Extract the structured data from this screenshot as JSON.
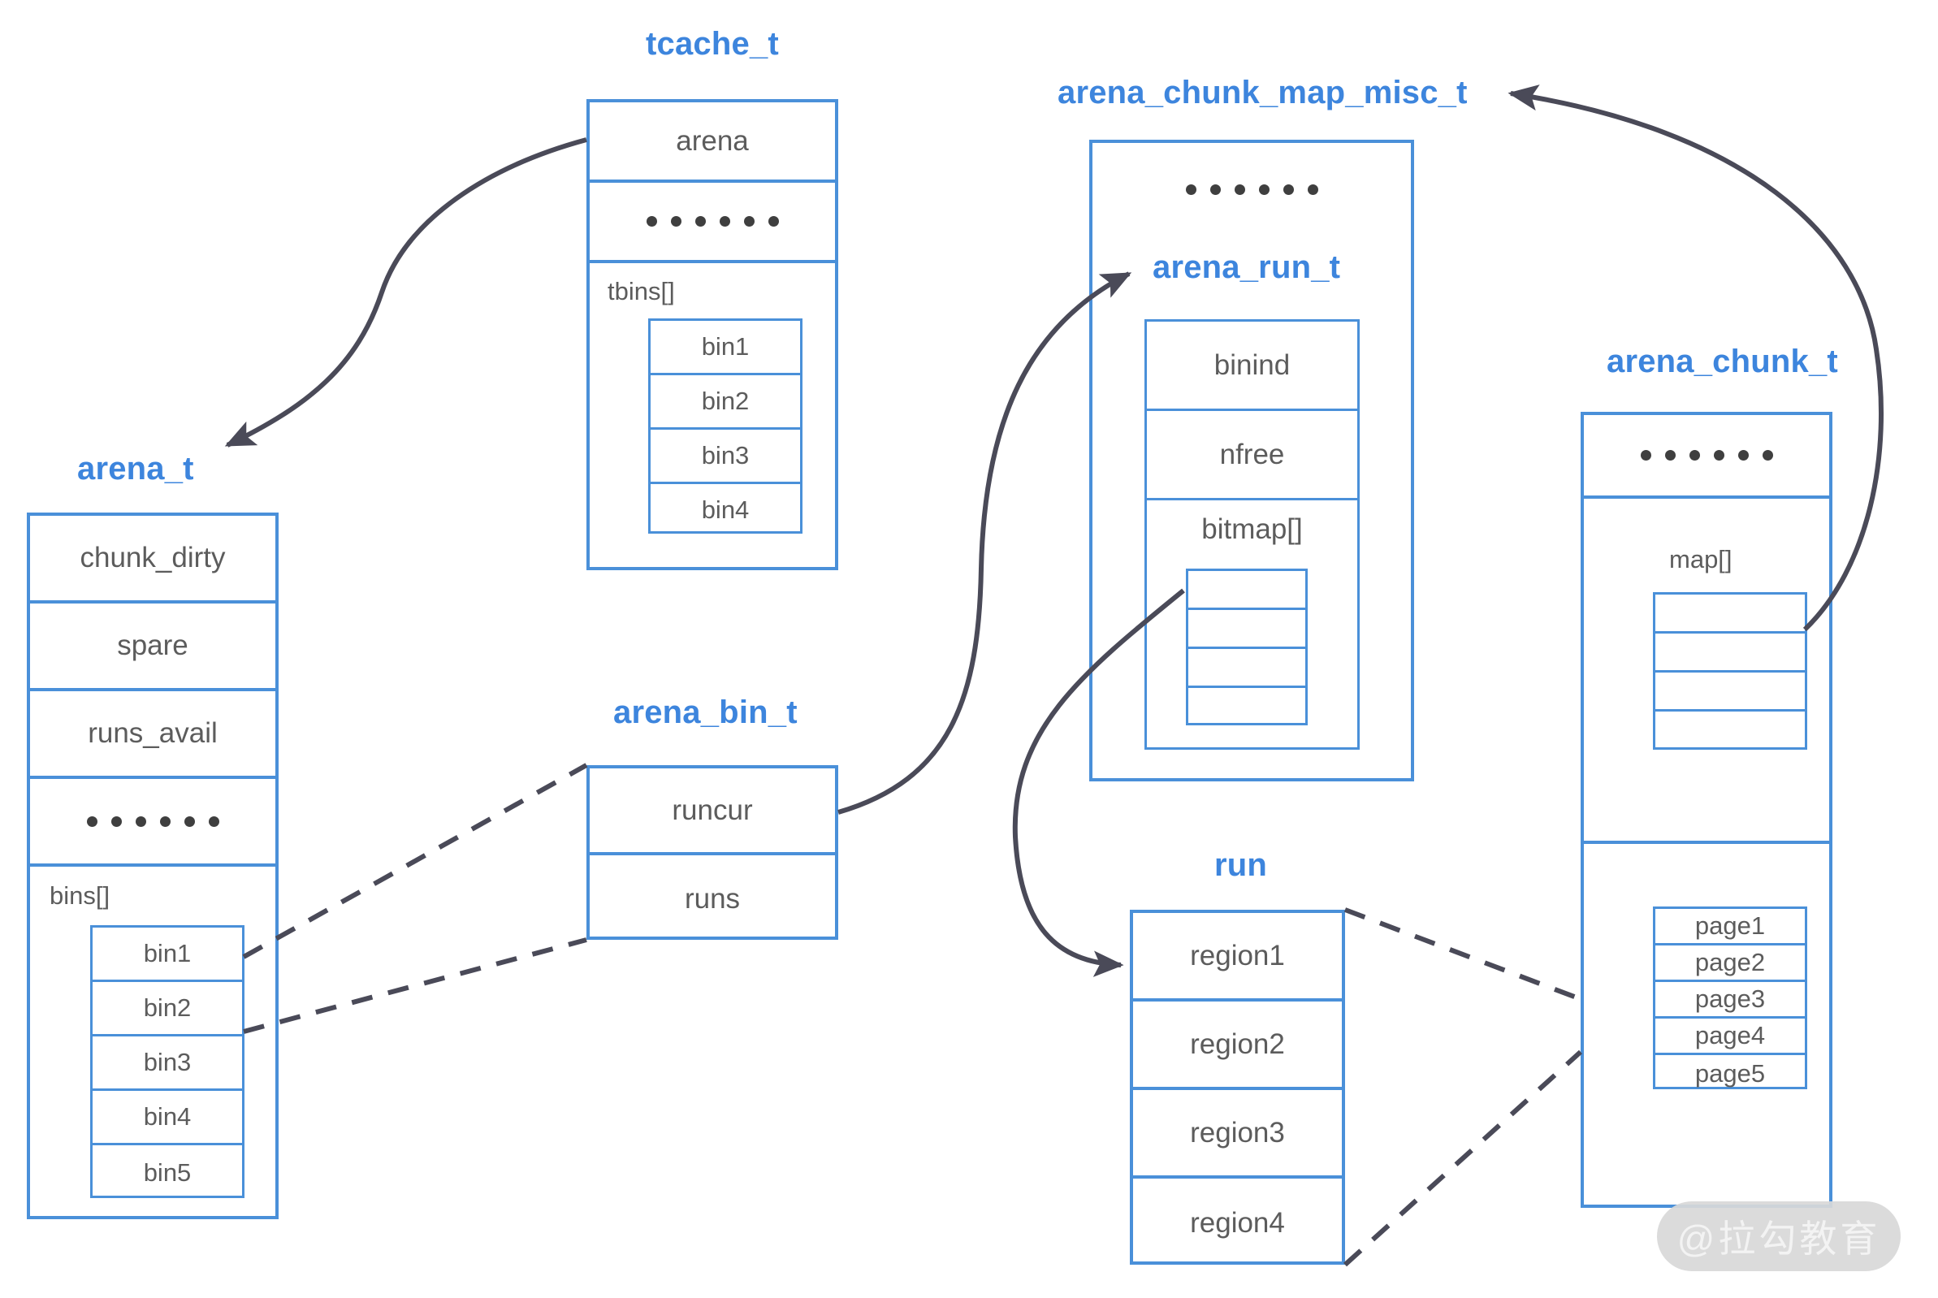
{
  "diagram": {
    "title_color": "#3d85dd",
    "box_border_color": "#4a90d9",
    "text_color": "#5c5c5c",
    "arrow_color": "#4a4a58",
    "background": "#ffffff",
    "ellipsis": "• • • • • •"
  },
  "structs": {
    "tcache_t": {
      "title": "tcache_t",
      "rows": [
        {
          "label": "arena"
        },
        {
          "label": "• • • • • •"
        }
      ],
      "array_label": "tbins[]",
      "array_items": [
        "bin1",
        "bin2",
        "bin3",
        "bin4"
      ]
    },
    "arena_t": {
      "title": "arena_t",
      "rows": [
        {
          "label": "chunk_dirty"
        },
        {
          "label": "spare"
        },
        {
          "label": "runs_avail"
        },
        {
          "label": "• • • • • •"
        }
      ],
      "array_label": "bins[]",
      "array_items": [
        "bin1",
        "bin2",
        "bin3",
        "bin4",
        "bin5"
      ]
    },
    "arena_bin_t": {
      "title": "arena_bin_t",
      "rows": [
        {
          "label": "runcur"
        },
        {
          "label": "runs"
        }
      ]
    },
    "arena_chunk_map_misc_t": {
      "title": "arena_chunk_map_misc_t",
      "ellipsis_row": "• • • • • •"
    },
    "arena_run_t": {
      "title": "arena_run_t",
      "rows": [
        {
          "label": "binind"
        },
        {
          "label": "nfree"
        }
      ],
      "array_label": "bitmap[]",
      "array_items": [
        "",
        "",
        "",
        ""
      ]
    },
    "run": {
      "title": "run",
      "rows": [
        {
          "label": "region1"
        },
        {
          "label": "region2"
        },
        {
          "label": "region3"
        },
        {
          "label": "region4"
        }
      ]
    },
    "arena_chunk_t": {
      "title": "arena_chunk_t",
      "ellipsis_row": "• • • • • •",
      "map_label": "map[]",
      "map_items": [
        "",
        "",
        "",
        ""
      ],
      "pages": [
        "page1",
        "page2",
        "page3",
        "page4",
        "page5"
      ]
    }
  },
  "watermark": {
    "text": "@拉勾教育"
  }
}
